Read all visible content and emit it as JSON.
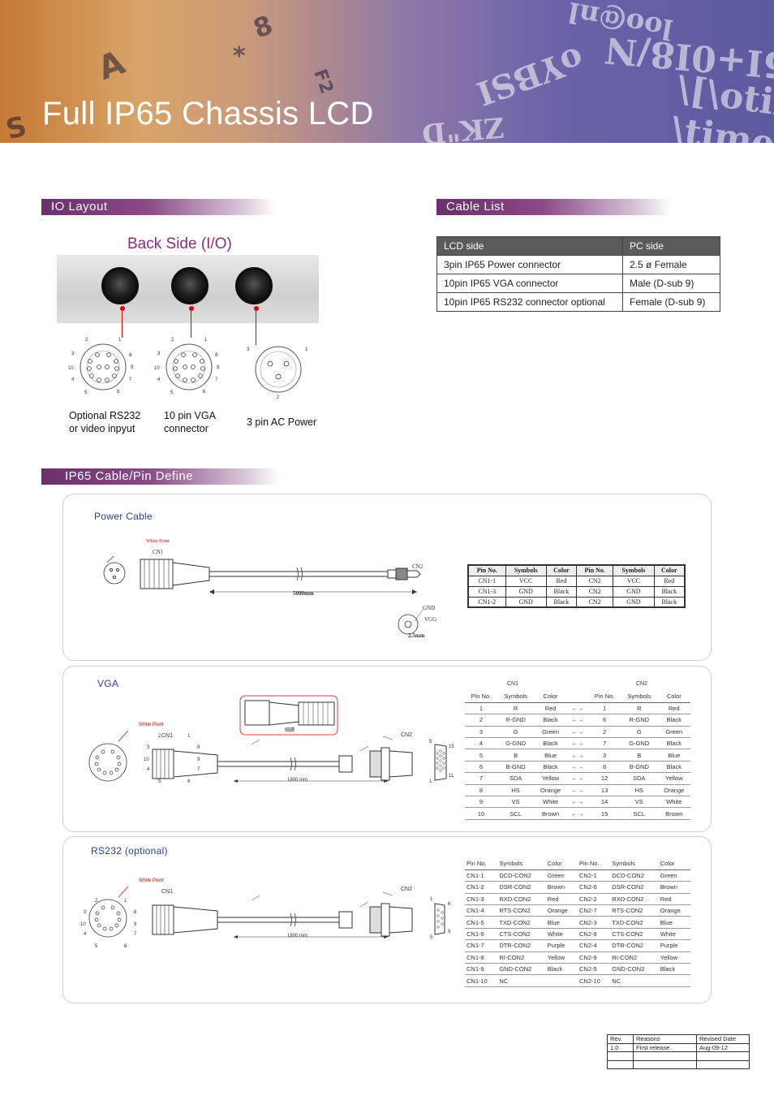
{
  "header": {
    "title": "Full IP65 Chassis LCD",
    "key_glyphs": [
      "A",
      "S",
      "8",
      "*",
      "F2"
    ],
    "bg_text": [
      "\\[\\otimes \\times\\times",
      "loo@nl",
      "5I+0I8/N",
      "oYBSI",
      "ZK\"D"
    ]
  },
  "sections": {
    "io_layout": "IO Layout",
    "cable_list": "Cable List",
    "pin_define": "IP65 Cable/Pin Define"
  },
  "io": {
    "back_title": "Back Side (I/O)",
    "connectors": [
      {
        "label": "Optional RS232\nor video inpyut",
        "pins": [
          "2",
          "1",
          "3",
          "8",
          "10",
          "9",
          "4",
          "7",
          "5",
          "6"
        ]
      },
      {
        "label": "10 pin VGA\nconnector",
        "pins": [
          "2",
          "1",
          "3",
          "8",
          "10",
          "9",
          "4",
          "7",
          "5",
          "6"
        ]
      },
      {
        "label": "3 pin AC Power",
        "pins": [
          "3",
          "1",
          "2"
        ]
      }
    ]
  },
  "cable_list": {
    "headers": [
      "LCD side",
      "PC side"
    ],
    "rows": [
      [
        "3pin IP65 Power connector",
        "2.5 ø Female"
      ],
      [
        "10pin IP65 VGA connector",
        "Male (D-sub 9)"
      ],
      [
        "10pin IP65 RS232 connector optional",
        "Female (D-sub 9)"
      ]
    ]
  },
  "power": {
    "title": "Power Cable",
    "white_point": "White Point",
    "cn1": "CN1",
    "cn2": "CN2",
    "length": "5000mm",
    "gnd": "GND",
    "vgg": "VGG",
    "diameter": "2.5mm",
    "headers": [
      "Pin No.",
      "Symbols",
      "Color",
      "Pin No.",
      "Symbols",
      "Color"
    ],
    "rows": [
      [
        "CN1-1",
        "VCC",
        "Red",
        "CN2",
        "VCC",
        "Red"
      ],
      [
        "CN1-3",
        "GND",
        "Black",
        "CN2",
        "GND",
        "Black"
      ],
      [
        "CN1-2",
        "GND",
        "Black",
        "CN2",
        "GND",
        "Black"
      ]
    ]
  },
  "vga": {
    "title": "VGA",
    "white_point": "White Point",
    "cn1": "CN1",
    "cn2": "CN2",
    "length": "1800 mm",
    "callout": "細讀",
    "pins": [
      "2",
      "1",
      "3",
      "8",
      "10",
      "9",
      "4",
      "7",
      "5",
      "6"
    ],
    "dsub_pins": [
      "5",
      "15",
      "1",
      "11"
    ],
    "group_cn1": "CN1",
    "group_cn2": "CN2",
    "headers": [
      "Pin No.",
      "Symbols",
      "Color",
      "",
      "Pin No.",
      "Symbols",
      "Color"
    ],
    "rows": [
      [
        "1",
        "R",
        "Red",
        "←→",
        "1",
        "R",
        "Red"
      ],
      [
        "2",
        "R-GND",
        "Black",
        "←→",
        "6",
        "R-GND",
        "Black"
      ],
      [
        "3",
        "G",
        "Green",
        "←→",
        "2",
        "G",
        "Green"
      ],
      [
        "4",
        "G-GND",
        "Black",
        "←→",
        "7",
        "G-GND",
        "Black"
      ],
      [
        "5",
        "B",
        "Blue",
        "←→",
        "3",
        "B",
        "Blue"
      ],
      [
        "6",
        "B-GND",
        "Black",
        "←→",
        "8",
        "B-GND",
        "Black"
      ],
      [
        "7",
        "SDA",
        "Yellow",
        "←→",
        "12",
        "SDA",
        "Yellow"
      ],
      [
        "8",
        "HS",
        "Orange",
        "←→",
        "13",
        "HS",
        "Orange"
      ],
      [
        "9",
        "VS",
        "White",
        "←→",
        "14",
        "VS",
        "White"
      ],
      [
        "10",
        "SCL",
        "Brown",
        "←→",
        "15",
        "SCL",
        "Brown"
      ]
    ]
  },
  "rs232": {
    "title": "RS232 (optional)",
    "white_point": "White Point",
    "cn1": "CN1",
    "cn2": "CN2",
    "length": "1800 mm",
    "pins": [
      "2",
      "1",
      "3",
      "8",
      "10",
      "9",
      "4",
      "7",
      "5",
      "6"
    ],
    "dsub_pins": [
      "1",
      "6",
      "5",
      "9"
    ],
    "headers": [
      "Pin No.",
      "Symbols",
      "Color",
      "Pin No.",
      "Symbols",
      "Color"
    ],
    "rows": [
      [
        "CN1-1",
        "DCD-CON2",
        "Green",
        "CN2-1",
        "DCD-CON2",
        "Green"
      ],
      [
        "CN1-2",
        "DSR-CON2",
        "Brown",
        "CN2-6",
        "DSR-CON2",
        "Brown"
      ],
      [
        "CN1-3",
        "RXD-CON2",
        "Red",
        "CN2-2",
        "RXD-CON2",
        "Red"
      ],
      [
        "CN1-4",
        "RTS-CON2",
        "Orange",
        "CN2-7",
        "RTS-CON2",
        "Orange"
      ],
      [
        "CN1-5",
        "TXD-CON2",
        "Blue",
        "CN2-3",
        "TXD-CON2",
        "Blue"
      ],
      [
        "CN1-6",
        "CTS-CON2",
        "White",
        "CN2-8",
        "CTS-CON2",
        "White"
      ],
      [
        "CN1-7",
        "DTR-CON2",
        "Purple",
        "CN2-4",
        "DTR-CON2",
        "Purple"
      ],
      [
        "CN1-8",
        "RI-CON2",
        "Yellow",
        "CN2-9",
        "RI-CON2",
        "Yellow"
      ],
      [
        "CN1-9",
        "GND-CON2",
        "Black",
        "CN2-5",
        "GND-CON2",
        "Black"
      ],
      [
        "CN1-10",
        "NC",
        "",
        "CN2-10",
        "NC",
        ""
      ]
    ]
  },
  "revision": {
    "headers": [
      "Rev.",
      "Reasons",
      "Revised Date"
    ],
    "rows": [
      [
        "1.0",
        "First release",
        "Aug-09-12"
      ],
      [
        "",
        "",
        ""
      ],
      [
        "",
        "",
        ""
      ]
    ]
  }
}
